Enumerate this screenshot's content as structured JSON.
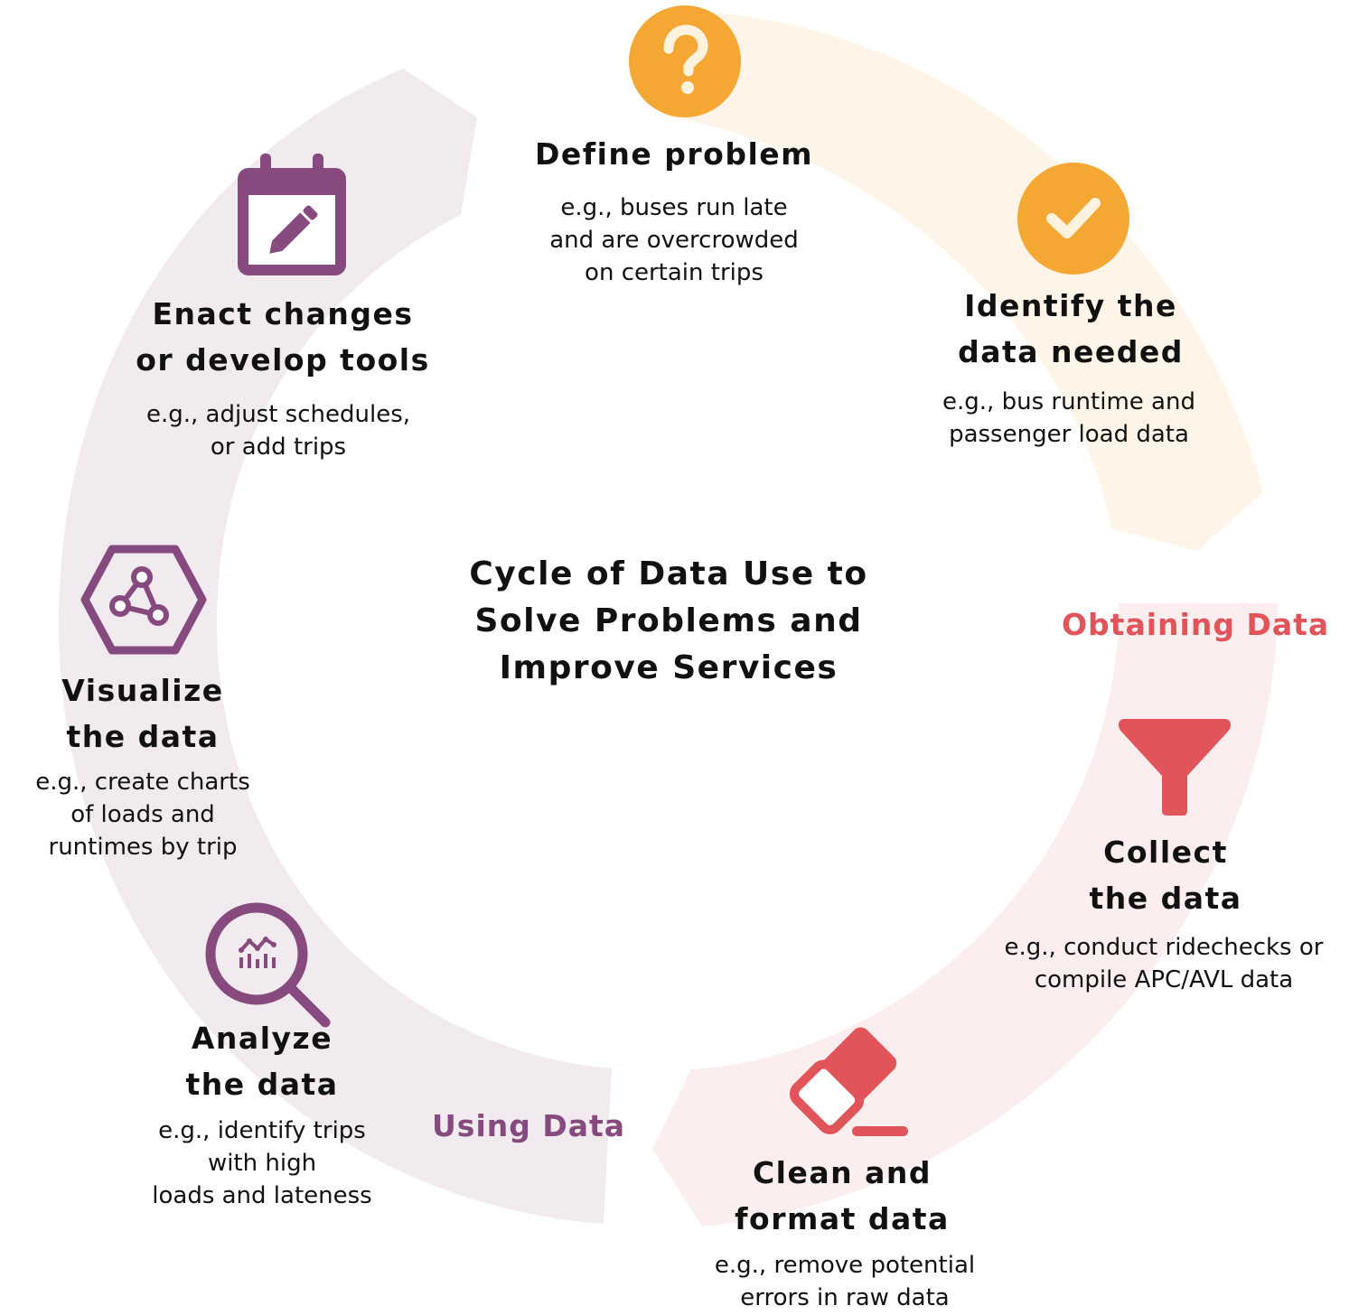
{
  "title": [
    "Cycle of Data Use to",
    "Solve Problems and",
    "Improve Services"
  ],
  "phases": {
    "obtaining": "Obtaining Data",
    "using": "Using Data"
  },
  "colors": {
    "orange": "#F5A733",
    "orange_band": "#FEF5E8",
    "red": "#E0545A",
    "red_band": "#FCEEEE",
    "purple": "#864A7E",
    "purple_band": "#F1EBF0"
  },
  "steps": [
    {
      "id": "define",
      "icon": "question-mark-icon",
      "heading": [
        "Define problem"
      ],
      "desc": [
        "e.g., buses run late",
        "and are overcrowded",
        "on certain trips"
      ]
    },
    {
      "id": "identify",
      "icon": "checkmark-icon",
      "heading": [
        "Identify the",
        "data needed"
      ],
      "desc": [
        "e.g., bus runtime and",
        "passenger load data"
      ]
    },
    {
      "id": "collect",
      "icon": "funnel-icon",
      "heading": [
        "Collect",
        "the data"
      ],
      "desc": [
        "e.g., conduct ridechecks or",
        "compile APC/AVL data"
      ]
    },
    {
      "id": "clean",
      "icon": "eraser-icon",
      "heading": [
        "Clean and",
        "format data"
      ],
      "desc": [
        "e.g., remove potential",
        "errors in raw data"
      ]
    },
    {
      "id": "analyze",
      "icon": "magnifier-chart-icon",
      "heading": [
        "Analyze",
        "the data"
      ],
      "desc": [
        "e.g., identify trips",
        "with high",
        "loads and lateness"
      ]
    },
    {
      "id": "visualize",
      "icon": "hexagon-network-icon",
      "heading": [
        "Visualize",
        "the data"
      ],
      "desc": [
        "e.g., create charts",
        "of loads and",
        "runtimes by trip"
      ]
    },
    {
      "id": "enact",
      "icon": "calendar-edit-icon",
      "heading": [
        "Enact changes",
        "or develop tools"
      ],
      "desc": [
        "e.g., adjust schedules,",
        "or add trips"
      ]
    }
  ]
}
